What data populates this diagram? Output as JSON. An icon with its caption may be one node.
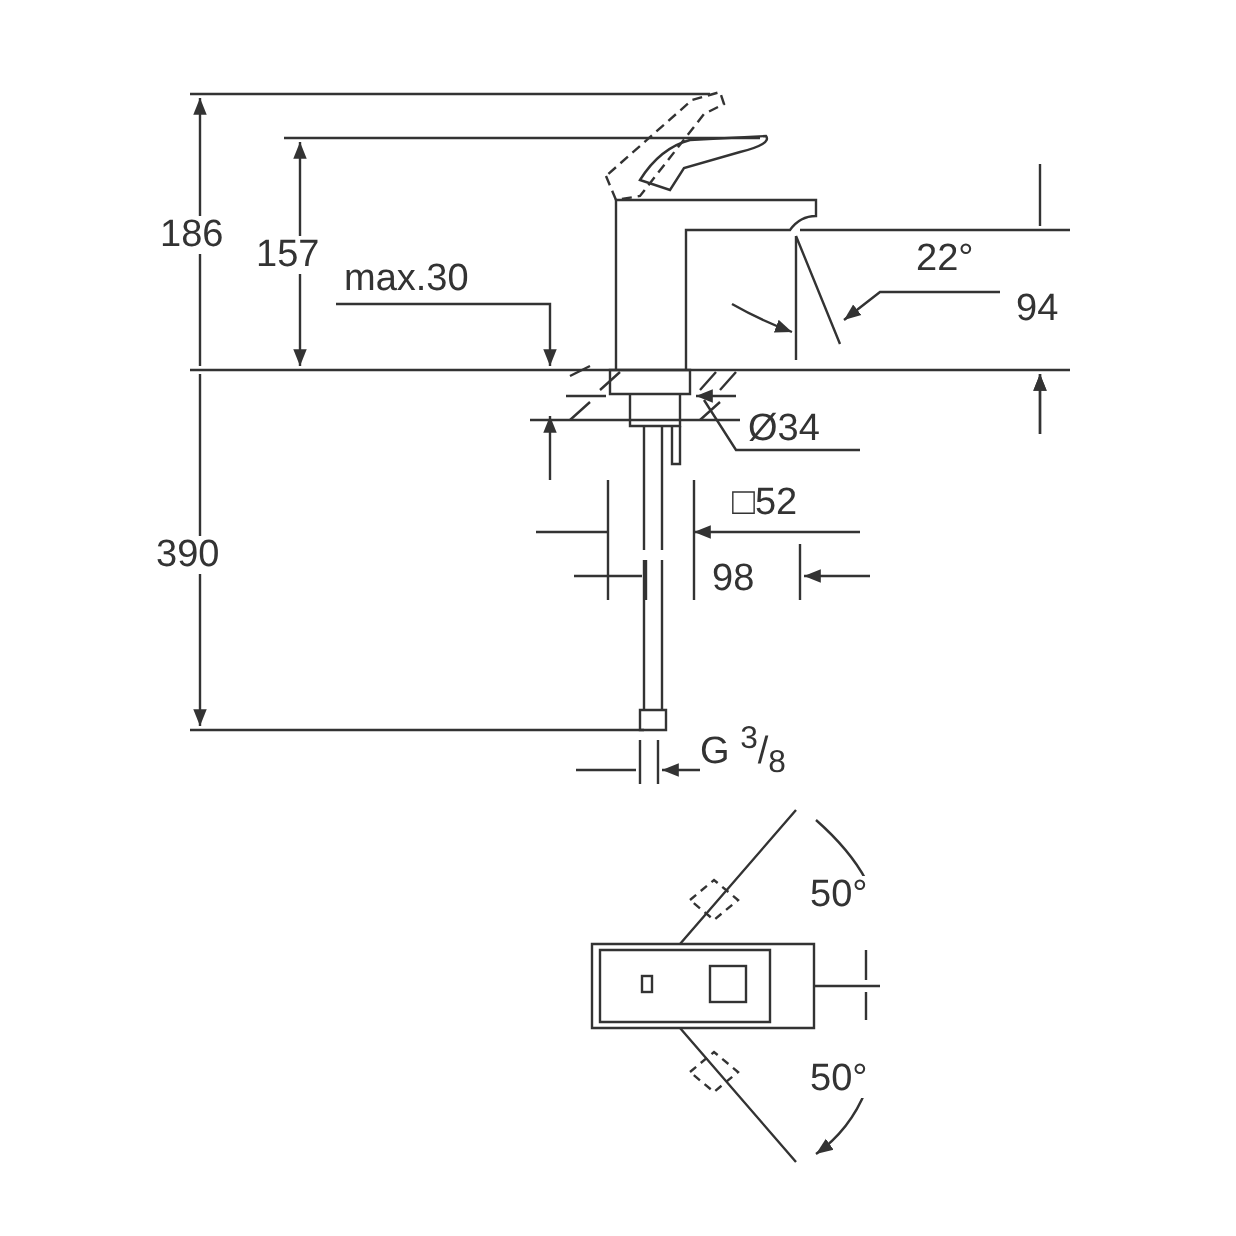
{
  "diagram": {
    "labels": [
      "186",
      "157",
      "max.30",
      "22°",
      "94",
      "Ø34",
      "□52",
      "390",
      "98",
      "G $^{3}$/$_{8}$",
      "50°",
      "50°"
    ]
  }
}
